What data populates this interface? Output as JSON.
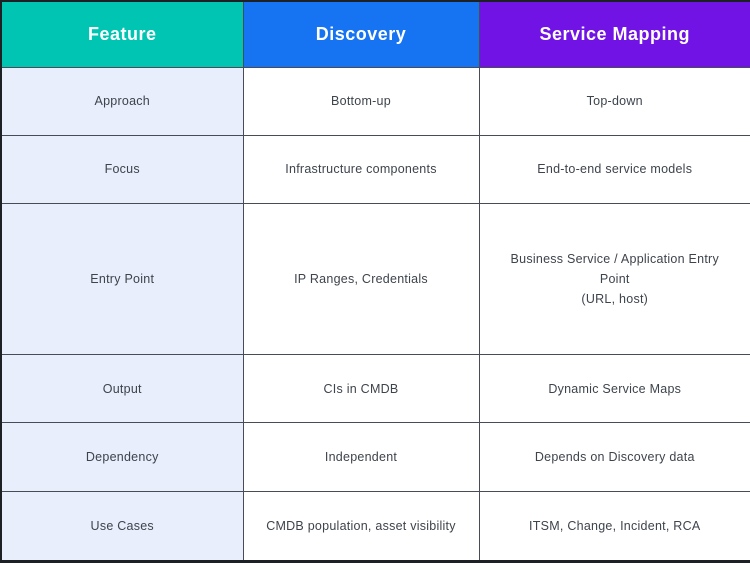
{
  "chart_data": {
    "type": "table",
    "columns": [
      "Feature",
      "Discovery",
      "Service Mapping"
    ],
    "rows": [
      [
        "Approach",
        "Bottom-up",
        "Top-down"
      ],
      [
        "Focus",
        "Infrastructure components",
        "End-to-end service models"
      ],
      [
        "Entry Point",
        "IP Ranges, Credentials",
        "Business Service / Application Entry Point\n(URL, host)"
      ],
      [
        "Output",
        "CIs in CMDB",
        "Dynamic Service Maps"
      ],
      [
        "Dependency",
        "Independent",
        "Depends on Discovery data"
      ],
      [
        "Use Cases",
        "CMDB population, asset visibility",
        "ITSM, Change, Incident, RCA"
      ]
    ],
    "layout": {
      "header_position": "top",
      "feature_column_highlighted": true,
      "grid": "on"
    }
  },
  "colors": {
    "header_feature_bg": "#00C5B2",
    "header_discovery_bg": "#1673F1",
    "header_service_mapping_bg": "#7113E4",
    "header_text": "#FFFFFF",
    "feature_column_bg": "#E8EEFB",
    "cell_bg": "#FFFFFF",
    "border": "#474C55",
    "outer_border": "#1D2126",
    "body_text": "#3E444C"
  }
}
